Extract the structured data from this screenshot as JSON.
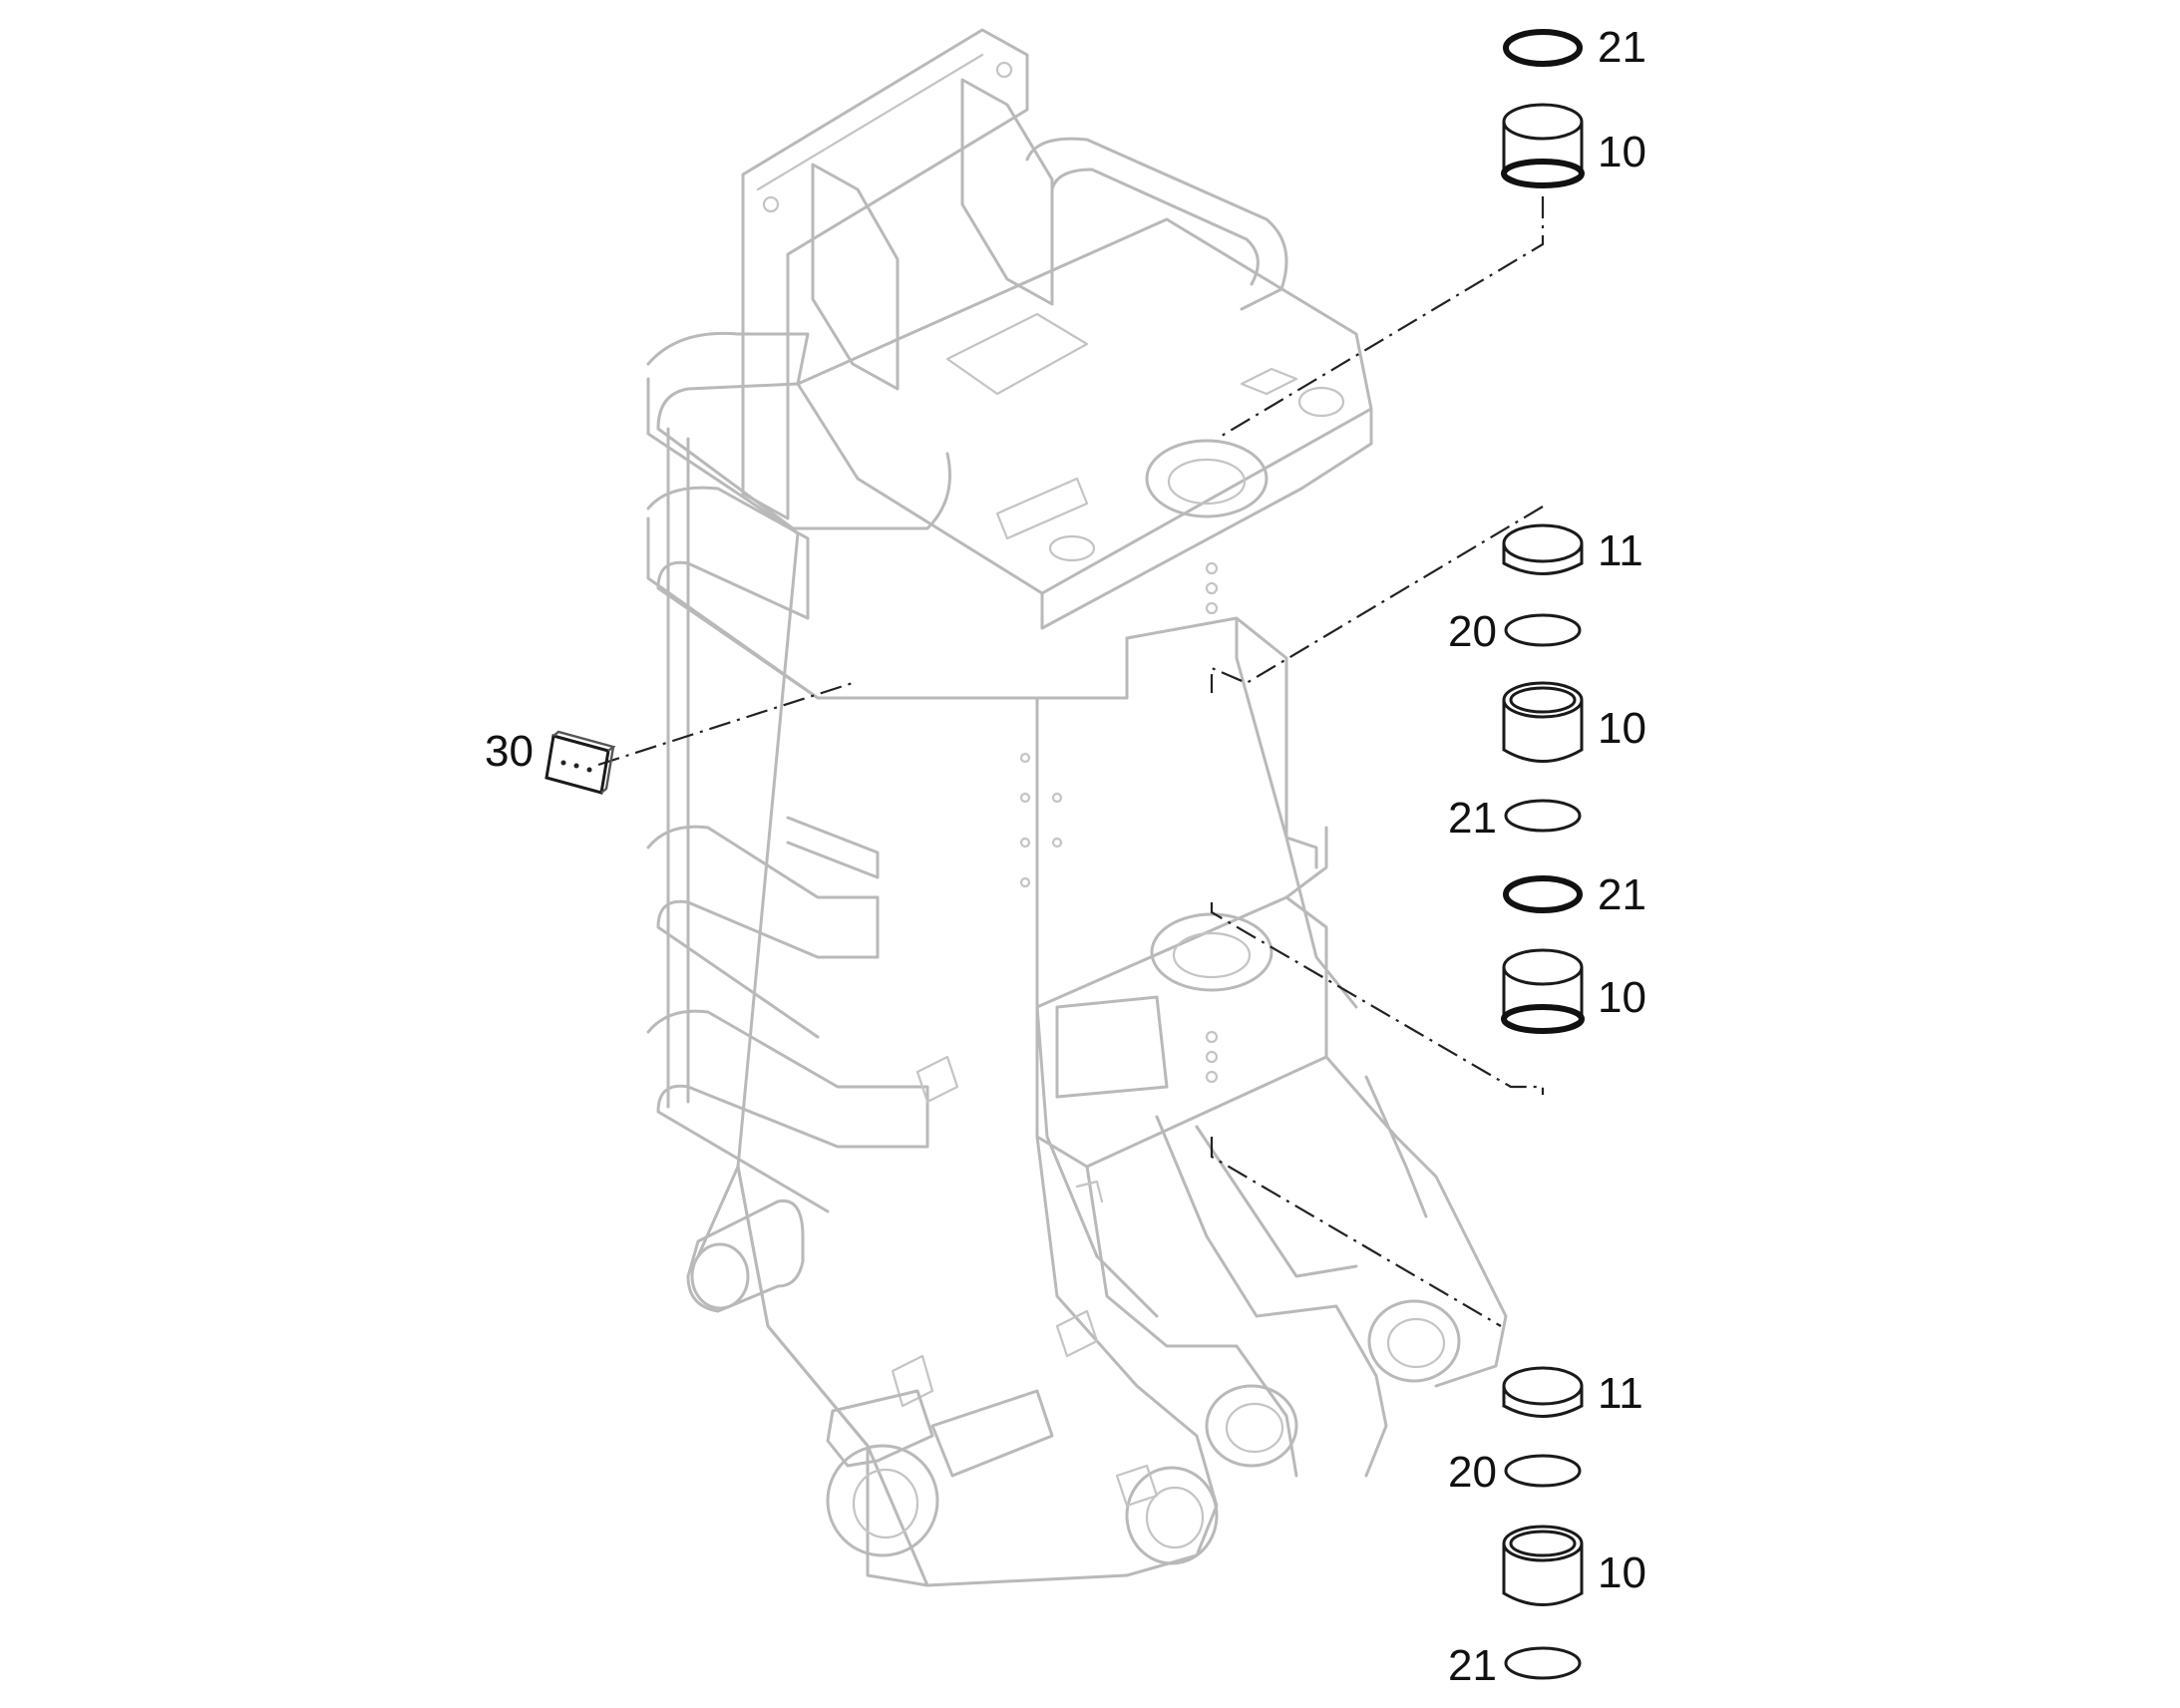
{
  "callouts": {
    "c21a": "21",
    "c10a": "10",
    "c11a": "11",
    "c20a": "20",
    "c10b": "10",
    "c21b": "21",
    "c21c": "21",
    "c10c": "10",
    "c11b": "11",
    "c20b": "20",
    "c10d": "10",
    "c21d": "21",
    "c30": "30"
  },
  "colors": {
    "frame_outline": "#b9b9b9",
    "part_outline": "#1a1a1a",
    "background": "#ffffff"
  }
}
